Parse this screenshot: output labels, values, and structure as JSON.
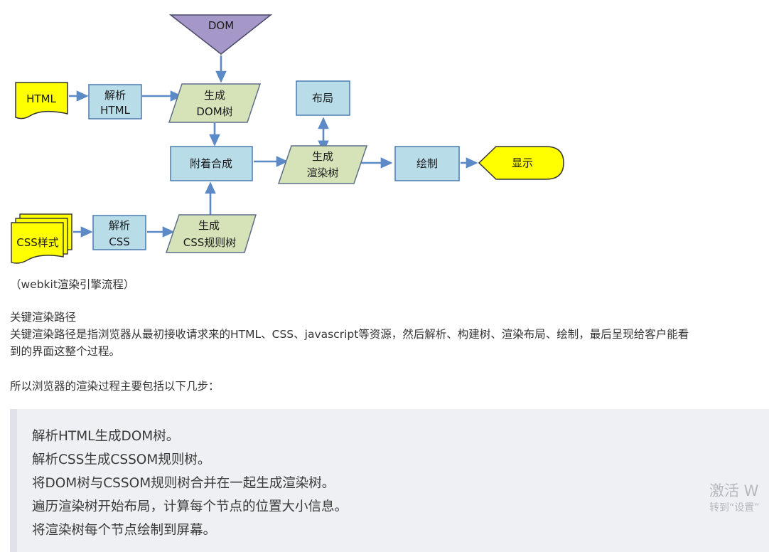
{
  "diagram": {
    "nodes": {
      "dom": "DOM",
      "html": "HTML",
      "parse_html": [
        "解析",
        "HTML"
      ],
      "gen_dom_tree": [
        "生成",
        "DOM树"
      ],
      "layout": "布局",
      "attach": "附着合成",
      "gen_render_tree": [
        "生成",
        "渲染树"
      ],
      "paint": "绘制",
      "display": "显示",
      "css_styles": "CSS样式",
      "parse_css": [
        "解析",
        "CSS"
      ],
      "gen_css_rules": [
        "生成",
        "CSS规则树"
      ]
    },
    "colors": {
      "process_fill": "#b8dce8",
      "process_stroke": "#4a7db0",
      "data_fill": "#d6e3b8",
      "data_stroke": "#5f6f8a",
      "input_fill": "#ffff00",
      "dom_fill": "#a597c8",
      "arrow": "#5b8ac6"
    }
  },
  "caption": "（webkit渲染引擎流程）",
  "section": {
    "title": "关键渲染路径",
    "body_line1": "关键渲染路径是指浏览器从最初接收请求来的HTML、CSS、javascript等资源，然后解析、构建树、渲染布局、绘制，最后呈现给客户能看",
    "body_line2": "到的界面这整个过程。",
    "intro": "所以浏览器的渲染过程主要包括以下几步："
  },
  "steps": [
    "解析HTML生成DOM树。",
    "解析CSS生成CSSOM规则树。",
    "将DOM树与CSSOM规则树合并在一起生成渲染树。",
    "遍历渲染树开始布局，计算每个节点的位置大小信息。",
    "将渲染树每个节点绘制到屏幕。"
  ],
  "watermark": {
    "line1": "激活 W",
    "line2": "转到“设置”"
  }
}
